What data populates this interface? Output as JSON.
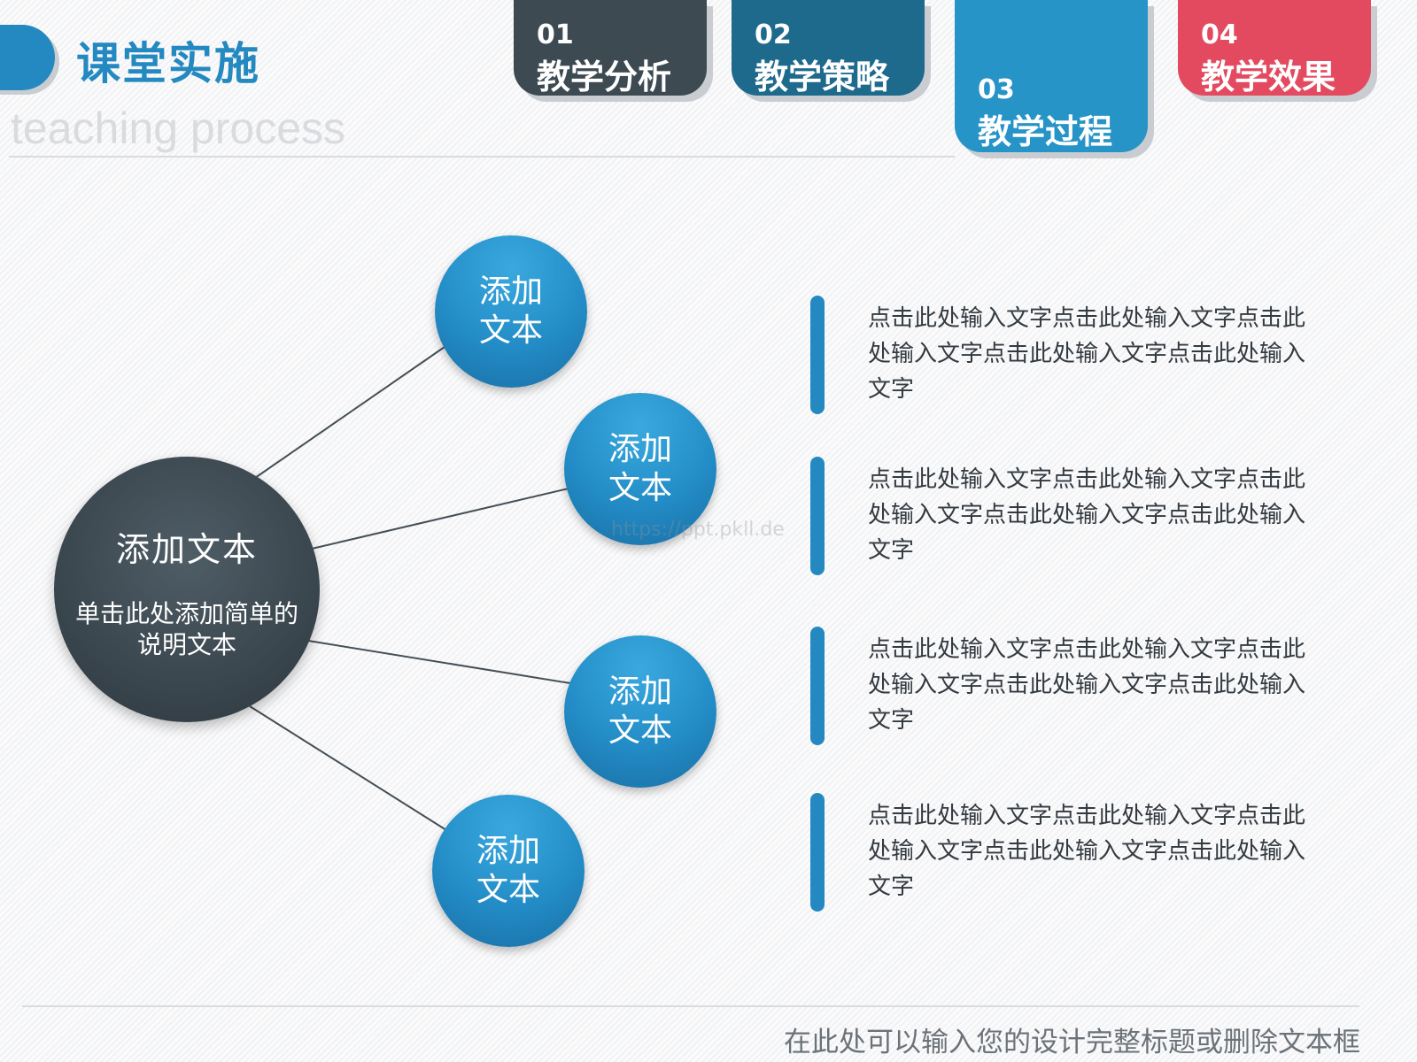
{
  "header": {
    "title": "课堂实施",
    "subtitle": "teaching process"
  },
  "tabs": [
    {
      "num": "01",
      "label": "教学分析",
      "color": "#3d4a52",
      "active": false
    },
    {
      "num": "02",
      "label": "教学策略",
      "color": "#1e6a8c",
      "active": false
    },
    {
      "num": "03",
      "label": "教学过程",
      "color": "#2694c6",
      "active": true
    },
    {
      "num": "04",
      "label": "教学效果",
      "color": "#e34a60",
      "active": false
    }
  ],
  "diagram": {
    "hub": {
      "title": "添加文本",
      "description": "单击此处添加简单的说明文本"
    },
    "nodes": [
      {
        "label": "添加文本"
      },
      {
        "label": "添加文本"
      },
      {
        "label": "添加文本"
      },
      {
        "label": "添加文本"
      }
    ],
    "descriptions": [
      "点击此处输入文字点击此处输入文字点击此处输入文字点击此处输入文字点击此处输入文字",
      "点击此处输入文字点击此处输入文字点击此处输入文字点击此处输入文字点击此处输入文字",
      "点击此处输入文字点击此处输入文字点击此处输入文字点击此处输入文字点击此处输入文字",
      "点击此处输入文字点击此处输入文字点击此处输入文字点击此处输入文字点击此处输入文字"
    ]
  },
  "watermark": "https://ppt.pkll.de",
  "footer": {
    "text": "在此处可以输入您的设计完整标题或删除文本框"
  },
  "colors": {
    "accent": "#2489c0",
    "hub": "#3a464e",
    "connector": "#454f56"
  }
}
